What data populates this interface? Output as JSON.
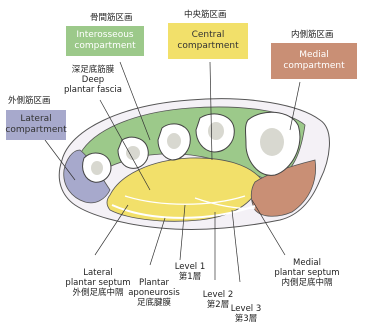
{
  "compartments": {
    "interosseous": {
      "jp": "骨間筋区画",
      "en_1": "Interosseous",
      "en_2": "compartment",
      "color": "#9cc98a"
    },
    "central": {
      "jp": "中央筋区画",
      "en_1": "Central",
      "en_2": "compartment",
      "color": "#f2e06a"
    },
    "medial": {
      "jp": "内側筋区画",
      "en_1": "Medial",
      "en_2": "compartment",
      "color": "#c98f75"
    },
    "lateral": {
      "jp": "外側筋区画",
      "en_1": "Lateral",
      "en_2": "compartment",
      "color": "#a7a9cc"
    }
  },
  "labels": {
    "deep_fascia": {
      "jp": "深足底筋膜",
      "en_1": "Deep",
      "en_2": "plantar fascia"
    },
    "lateral_septum": {
      "en_1": "Lateral",
      "en_2": "plantar septum",
      "jp": "外側足底中隔"
    },
    "aponeurosis": {
      "en_1": "Plantar",
      "en_2": "aponeurosis",
      "jp": "足底腱膜"
    },
    "level1": {
      "en": "Level 1",
      "jp": "第1層"
    },
    "level2": {
      "en": "Level 2",
      "jp": "第2層"
    },
    "level3": {
      "en": "Level 3",
      "jp": "第3層"
    },
    "medial_septum": {
      "en_1": "Medial",
      "en_2": "plantar septum",
      "jp": "内側足底中隔"
    }
  }
}
